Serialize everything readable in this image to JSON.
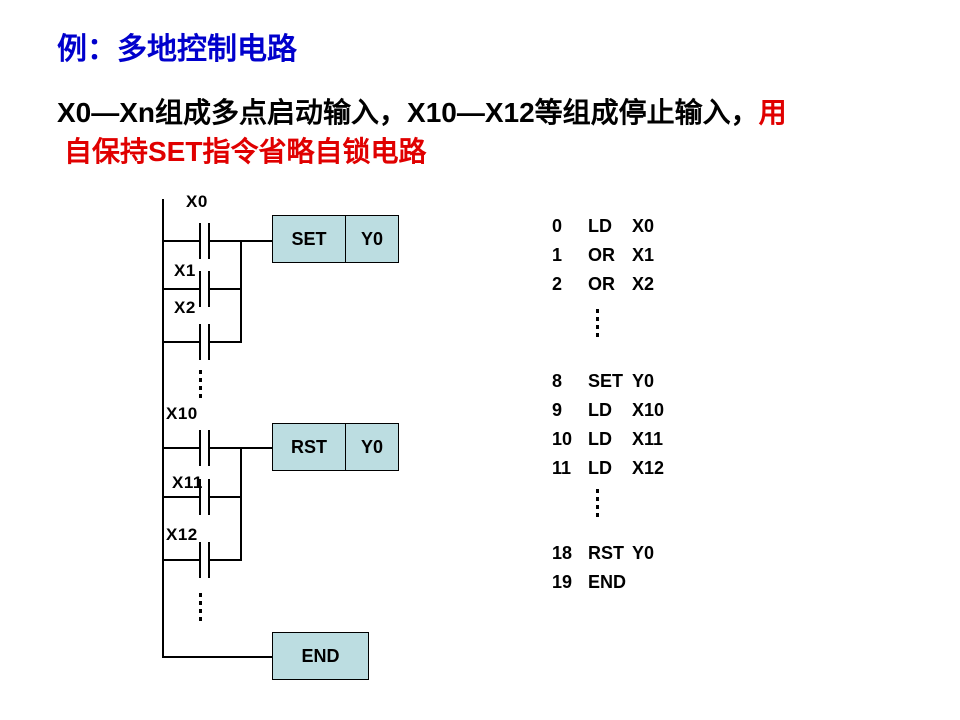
{
  "slide": {
    "title": "例：多地控制电路",
    "intro": {
      "line1_black": "X0—Xn组成多点启动输入，X10—X12等组成停止输入，",
      "line1_red": "用",
      "line2_red": "自保持SET指令省略自锁电路"
    }
  },
  "ladder": {
    "contacts": [
      {
        "label": "X0"
      },
      {
        "label": "X1"
      },
      {
        "label": "X2"
      },
      {
        "label": "X10"
      },
      {
        "label": "X11"
      },
      {
        "label": "X12"
      }
    ],
    "set_block": {
      "op": "SET",
      "operand": "Y0"
    },
    "rst_block": {
      "op": "RST",
      "operand": "Y0"
    },
    "end_block": {
      "op": "END"
    }
  },
  "program": {
    "rows": [
      {
        "addr": "0",
        "op": "LD",
        "arg": "X0"
      },
      {
        "addr": "1",
        "op": "OR",
        "arg": "X1"
      },
      {
        "addr": "2",
        "op": "OR",
        "arg": "X2"
      },
      {
        "addr": "8",
        "op": "SET",
        "arg": "Y0"
      },
      {
        "addr": "9",
        "op": "LD",
        "arg": "X10"
      },
      {
        "addr": "10",
        "op": "LD",
        "arg": "X11"
      },
      {
        "addr": "11",
        "op": "LD",
        "arg": "X12"
      },
      {
        "addr": "18",
        "op": "RST",
        "arg": "Y0"
      },
      {
        "addr": "19",
        "op": "END",
        "arg": ""
      }
    ]
  },
  "colors": {
    "background": "#ffffff",
    "title_text": "#0000cc",
    "emphasis_text": "#e00000",
    "body_text": "#000000",
    "box_fill": "#bcdde1",
    "line": "#000000"
  }
}
